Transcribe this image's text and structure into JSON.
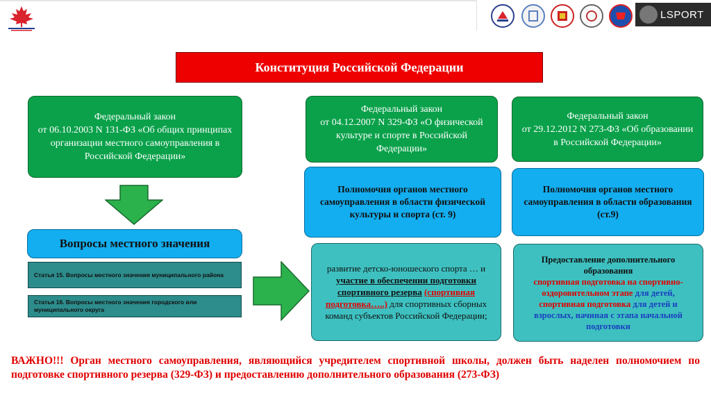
{
  "header": {
    "logo_icon": "maple-leaf-logo-icon",
    "partner_logos": [
      "partner-logo-1",
      "partner-logo-2",
      "partner-logo-3",
      "partner-logo-4",
      "partner-logo-5"
    ],
    "lsport_label": "LSPORT"
  },
  "title": "Конституция Российской Федерации",
  "laws": {
    "law131": {
      "line1": "Федеральный закон",
      "line2": "от 06.10.2003 N 131-ФЗ «Об общих принципах организации местного самоуправления в Российской Федерации»"
    },
    "law329": {
      "line1": "Федеральный закон",
      "line2": "от 04.12.2007 N 329-ФЗ «О физической культуре и спорте в Российской Федерации»"
    },
    "law273": {
      "line1": "Федеральный закон",
      "line2": "от 29.12.2012 N 273-ФЗ «Об образовании в Российской Федерации»"
    }
  },
  "powers": {
    "sport": "Полномочия органов местного самоуправления в области физической культуры и спорта (ст. 9)",
    "education": "Полномочия органов местного самоуправления в области образования (ст.9)"
  },
  "local_issues": {
    "title": "Вопросы местного значения",
    "article15": "Статья 15. Вопросы местного значения муниципального района",
    "article16": "Статья 16. Вопросы местного значения городского или муниципального округа"
  },
  "sport_detail": {
    "p1": "развитие детско-юношеского спорта … и ",
    "p2": "участие в обеспечении подготовки спортивного резерва",
    "p3": "(спортивная подготовка…..)",
    "p4": " для спортивных сборных команд субъектов Российской Федерации;"
  },
  "edu_detail": {
    "p1": "Предоставление дополнительного образования",
    "p2": "спортивная подготовка на спортивно-оздоровительном этапе",
    "p3": "для детей, ",
    "p4": "спортивная подготовка",
    "p5": "для детей и взрослых, начиная с этапа начальной подготовки"
  },
  "important": "ВАЖНО!!! Орган местного самоуправления, являющийся учредителем спортивной школы, должен быть наделен полномочием по подготовке спортивного резерва (329-ФЗ) и предоставлению дополнительного образования (273-ФЗ)",
  "colors": {
    "title_red": "#ee0000",
    "law_green": "#0aa14a",
    "powers_blue": "#13aef0",
    "detail_teal": "#3ec0c0",
    "arrow_green": "#2bb24c",
    "note_red": "#e00000"
  }
}
